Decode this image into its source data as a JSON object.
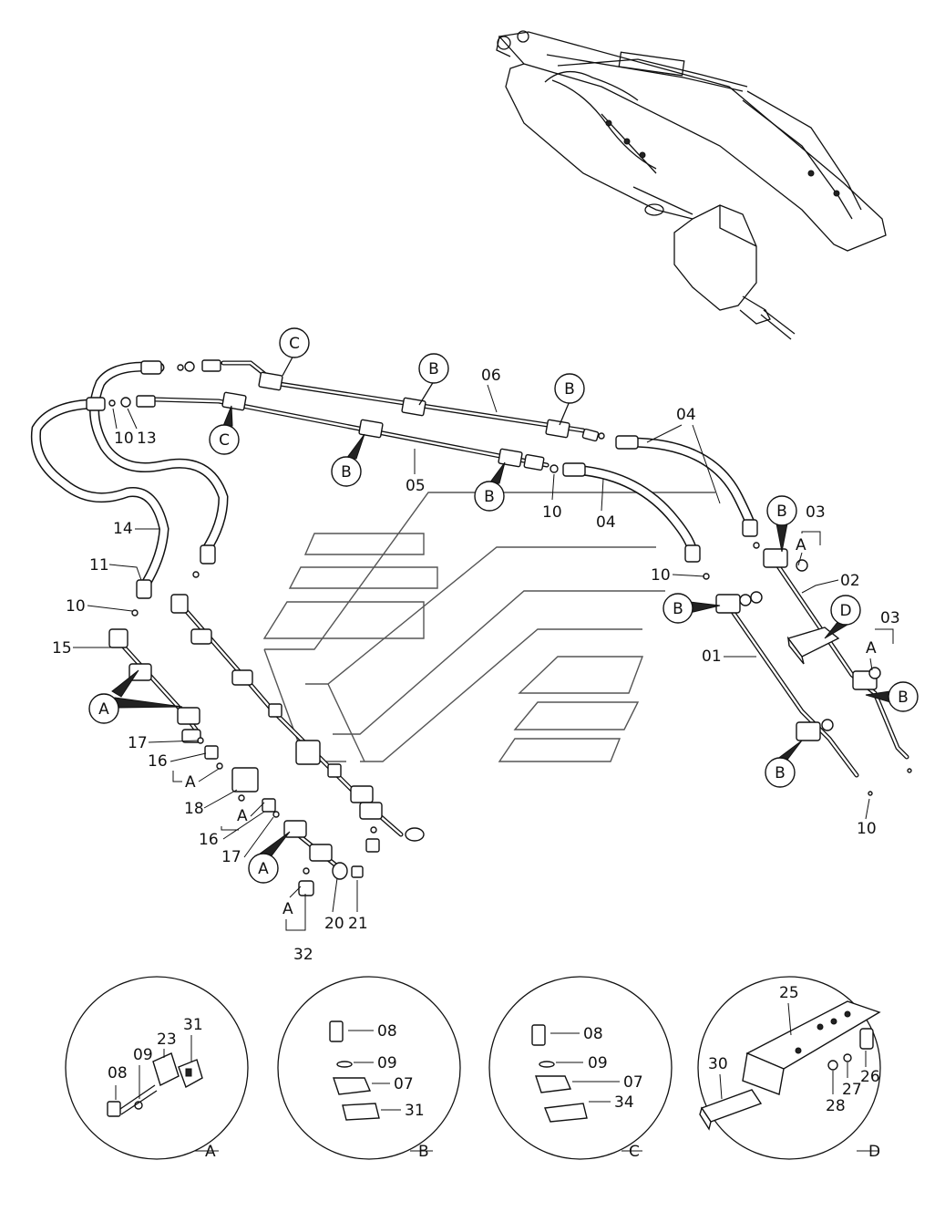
{
  "callouts": {
    "A": "A",
    "B": "B",
    "C": "C",
    "D": "D"
  },
  "parts": {
    "p01": "01",
    "p02": "02",
    "p03": "03",
    "p04": "04",
    "p05": "05",
    "p06": "06",
    "p07": "07",
    "p08": "08",
    "p09": "09",
    "p10": "10",
    "p11": "11",
    "p13": "13",
    "p14": "14",
    "p15": "15",
    "p16": "16",
    "p17": "17",
    "p18": "18",
    "p20": "20",
    "p21": "21",
    "p23": "23",
    "p25": "25",
    "p26": "26",
    "p27": "27",
    "p28": "28",
    "p30": "30",
    "p31": "31",
    "p32": "32",
    "p34": "34"
  },
  "details": {
    "A": "A",
    "B": "B",
    "C": "C",
    "D": "D"
  }
}
